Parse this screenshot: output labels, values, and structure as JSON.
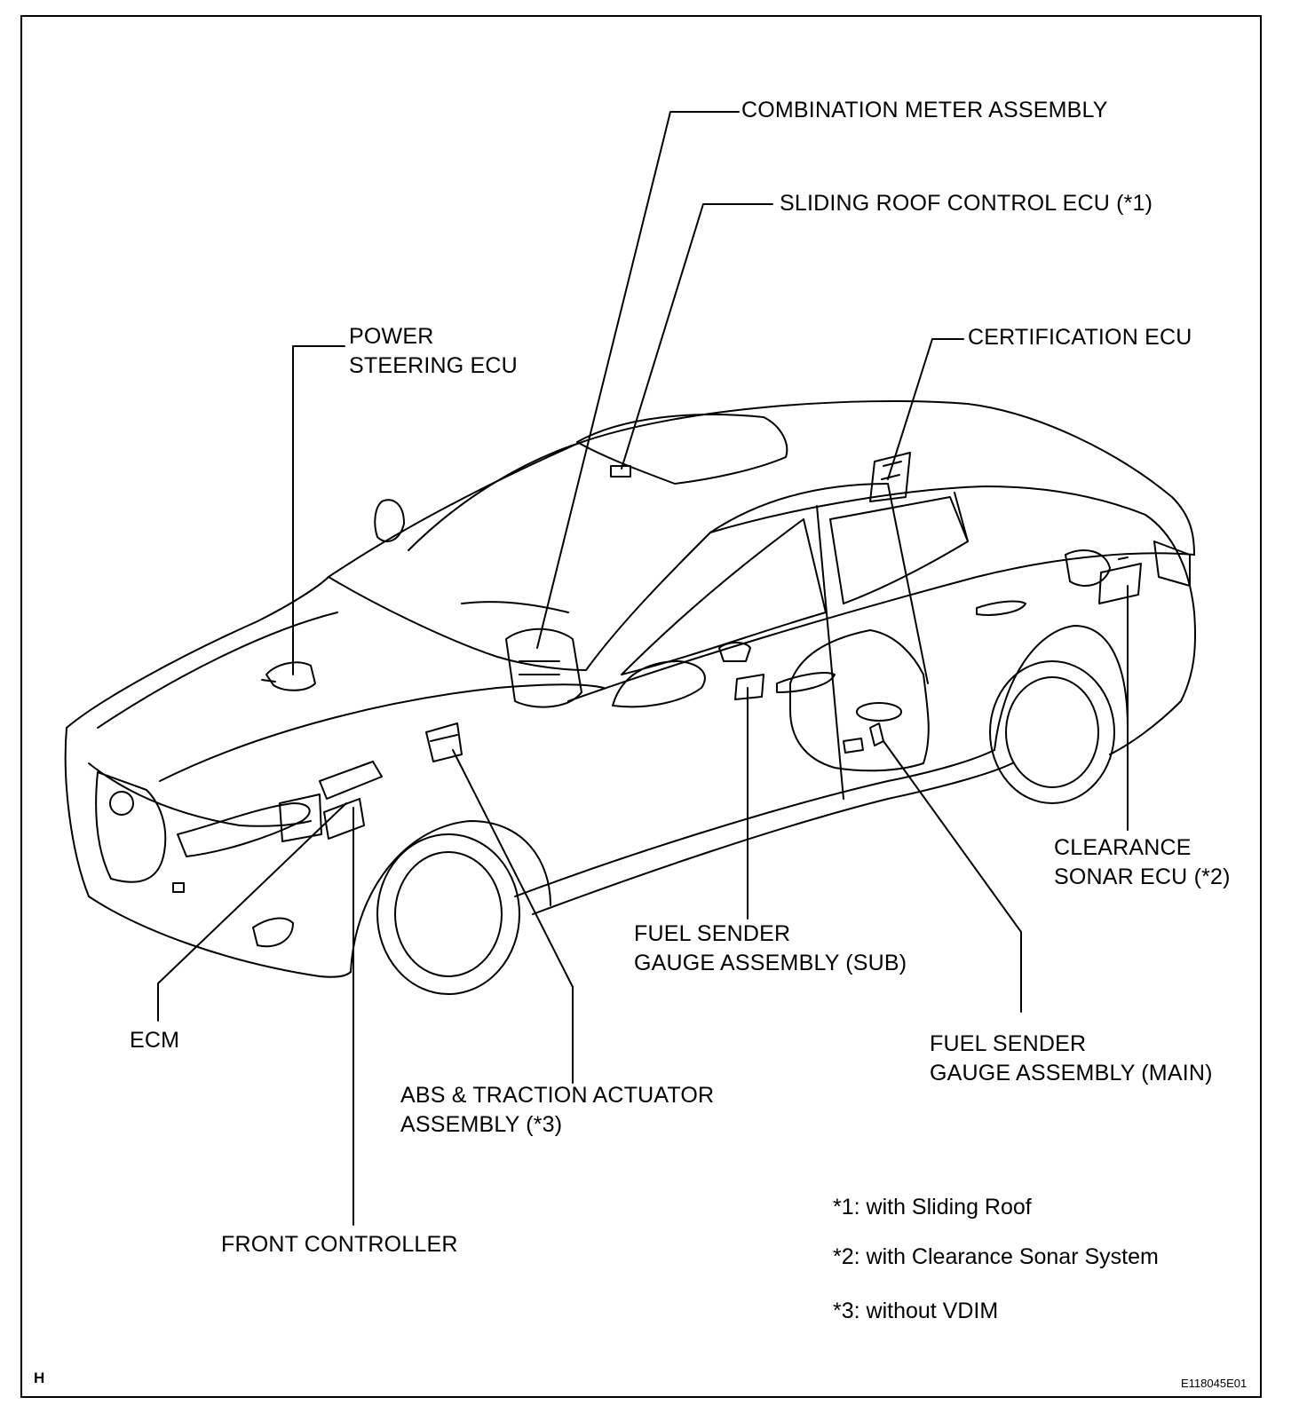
{
  "labels": {
    "combination_meter": "COMBINATION METER ASSEMBLY",
    "sliding_roof": "SLIDING ROOF CONTROL ECU (*1)",
    "power_steering_1": "POWER",
    "power_steering_2": "STEERING ECU",
    "certification": "CERTIFICATION ECU",
    "clearance_sonar_1": "CLEARANCE",
    "clearance_sonar_2": "SONAR ECU (*2)",
    "fuel_sub_1": "FUEL SENDER",
    "fuel_sub_2": "GAUGE ASSEMBLY (SUB)",
    "fuel_main_1": "FUEL SENDER",
    "fuel_main_2": "GAUGE ASSEMBLY (MAIN)",
    "ecm": "ECM",
    "abs_1": "ABS & TRACTION ACTUATOR",
    "abs_2": "ASSEMBLY (*3)",
    "front_controller": "FRONT CONTROLLER"
  },
  "notes": [
    "*1: with Sliding Roof",
    "*2: with Clearance Sonar System",
    "*3: without VDIM"
  ],
  "corner_letter": "H",
  "figure_code": "E118045E01"
}
